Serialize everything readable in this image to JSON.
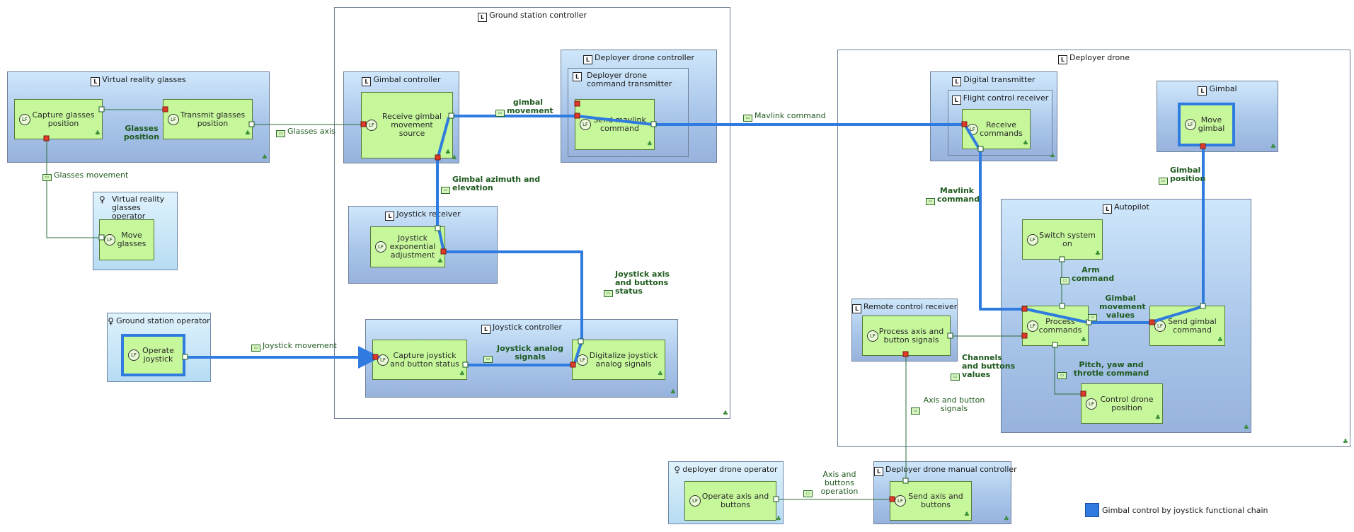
{
  "containers": {
    "ground_station_controller": "Ground station controller",
    "deployer_drone": "Deployer drone"
  },
  "components": {
    "vr_glasses": "Virtual reality glasses",
    "gimbal_controller": "Gimbal controller",
    "deployer_drone_controller": "Deployer drone controller",
    "deployer_cmd_transmitter": "Deployer drone command transmitter",
    "joystick_receiver": "Joystick receiver",
    "joystick_controller": "Joystick controller",
    "digital_transmitter": "Digital transmitter",
    "flight_control_receiver": "Flight control receiver",
    "gimbal": "Gimbal",
    "autopilot": "Autopilot",
    "remote_control_receiver": "Remote control receiver",
    "manual_controller": "Deployer drone manual controller"
  },
  "actors": {
    "vr_operator": "Virtual reality glasses operator",
    "ground_operator": "Ground station operator",
    "drone_operator": "deployer drone operator"
  },
  "functions": {
    "capture_glasses": "Capture glasses position",
    "transmit_glasses": "Transmit glasses position",
    "move_glasses": "Move glasses",
    "operate_joystick": "Operate joystick",
    "receive_gimbal": "Receive gimbal movement source",
    "send_mavlink": "Send mavlink command",
    "joystick_exp": "Joystick exponential adjustment",
    "capture_joystick": "Capture joystick and button status",
    "digitalize": "Digitalize joystick analog signals",
    "receive_commands": "Receive commands",
    "move_gimbal": "Move gimbal",
    "switch_on": "Switch system on",
    "process_commands": "Process commands",
    "send_gimbal": "Send gimbal command",
    "control_position": "Control drone position",
    "process_axis": "Process axis and button signals",
    "operate_axis": "Operate axis and buttons",
    "send_axis": "Send axis and buttons"
  },
  "exchanges": {
    "glasses_position": "Glasses position",
    "glasses_axis": "Glasses axis",
    "glasses_movement": "Glasses movement",
    "gimbal_movement": "gimbal movement",
    "gimbal_az": "Gimbal azimuth and elevation",
    "joystick_axis": "Joystick axis and buttons status",
    "joystick_movement": "Joystick movement",
    "joystick_analog": "Joystick analog signals",
    "mavlink_command": "Mavlink command",
    "mavlink_command2": "Mavlink command",
    "gimbal_position": "Gimbal position",
    "arm_command": "Arm command",
    "gimbal_movement_values": "Gimbal movement values",
    "channels": "Channels and buttons values",
    "pitch": "Pitch, yaw and throtle command",
    "axis_signals": "Axis and button signals",
    "axis_operation": "Axis and buttons operation"
  },
  "legend": {
    "label": "Gimbal control by joystick functional chain"
  },
  "icons": {
    "component": "component-icon",
    "actor": "actor-icon",
    "function": "logical-function-icon",
    "exchange": "functional-exchange-icon"
  },
  "colors": {
    "chain": "#2f7bdf",
    "function_fill": "#c6f79b",
    "exchange_text": "#1e5a1e"
  }
}
